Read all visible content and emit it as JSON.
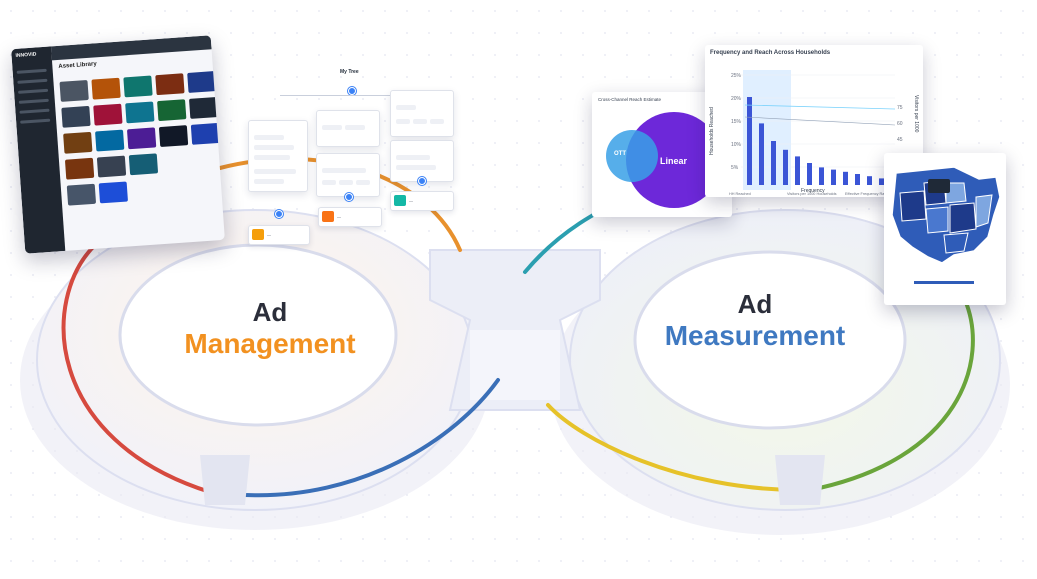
{
  "segments": {
    "management": {
      "line1": "Ad",
      "line2": "Management",
      "color": "#f29120"
    },
    "measurement": {
      "line1": "Ad",
      "line2": "Measurement",
      "color": "#3f79c1"
    }
  },
  "loop_colors": {
    "red": "#d64a3f",
    "orange": "#e8912d",
    "blue": "#3a6fb7",
    "teal": "#2b9fb0",
    "yellow": "#e6c229",
    "green": "#6aa53b"
  },
  "ad_library": {
    "brand": "INNOVID",
    "title": "Asset Library"
  },
  "workflow": {
    "title": "My Tree"
  },
  "venn": {
    "title": "Cross-Channel Reach Estimate",
    "ott_label": "OTT",
    "linear_label": "Linear",
    "colors": {
      "ott": "#38a0e6",
      "linear": "#6d28d9"
    }
  },
  "chart_data": {
    "type": "bar",
    "title": "Frequency and Reach Across Households",
    "xlabel": "Frequency",
    "ylabel": "Households Reached",
    "y2label": "Visitors per 1000",
    "yticks": [
      "25%",
      "20%",
      "15%",
      "10%",
      "5%"
    ],
    "y2ticks": [
      "75",
      "60",
      "45"
    ],
    "ylim": [
      0,
      25
    ],
    "values": [
      20,
      14,
      10,
      8,
      6.5,
      5,
      4,
      3.5,
      3,
      2.5,
      2,
      1.5
    ],
    "legend": [
      "HH Reached",
      "Visitors per 1000 Households",
      "Effective Frequency Ra"
    ],
    "colors": {
      "bars": "#3b55d6",
      "highlight": "#dbeafe"
    }
  },
  "map": {
    "fill_dark": "#1e3a8a",
    "fill_mid": "#2f5cb8",
    "fill_light": "#7ea6e0"
  }
}
